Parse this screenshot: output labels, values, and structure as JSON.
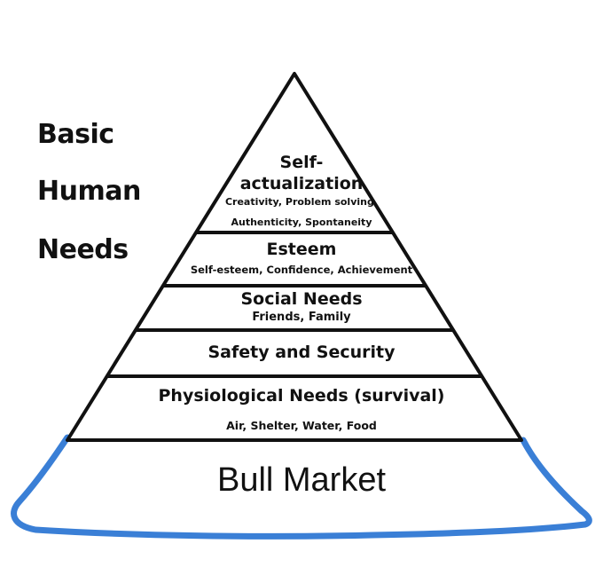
{
  "side_title": {
    "line1": "Basic",
    "line2": "Human",
    "line3": "Needs"
  },
  "levels": [
    {
      "name_line1": "Self-",
      "name_line2": "actualization",
      "desc_line1": "Creativity, Problem solving,",
      "desc_line2": "Authenticity, Spontaneity"
    },
    {
      "name": "Esteem",
      "desc": "Self-esteem, Confidence, Achievement"
    },
    {
      "name": "Social Needs",
      "desc": "Friends, Family"
    },
    {
      "name": "Safety and Security"
    },
    {
      "name": "Physiological Needs (survival)",
      "desc": "Air, Shelter, Water, Food"
    }
  ],
  "base_label": "Bull Market",
  "colors": {
    "outline": "#111111",
    "base_outline": "#3a7fd6",
    "background": "#ffffff"
  }
}
